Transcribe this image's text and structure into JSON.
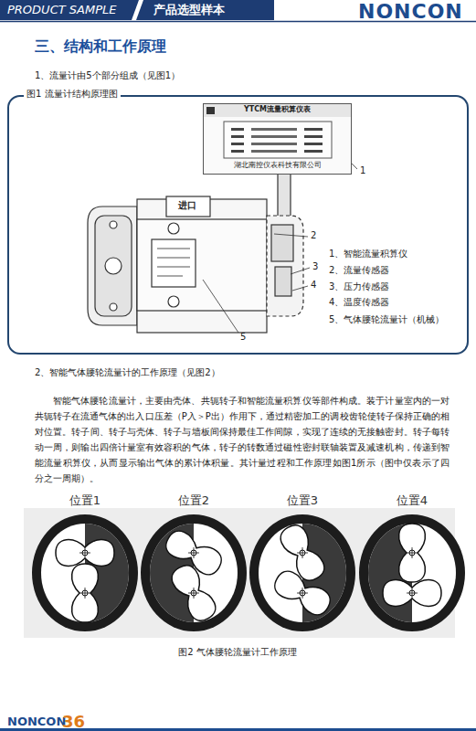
{
  "diagram": {
    "title": "三、结构和工作原理",
    "caption": "图2 气体腰轮流量计工作原理",
    "nodes": [
      {
        "text": [
          "PRODUCT SAMPLE",
          "产品选型样本"
        ]
      },
      {
        "text": [
          "图1 流量计结构原理图"
        ]
      },
      {
        "text": [
          "YTCM流量积算仪表",
          "湖北南控仪表科技有限公司"
        ],
        "in": 1
      },
      {
        "text": [
          "位置1"
        ]
      },
      {
        "text": [
          "位置2"
        ]
      },
      {
        "text": [
          "位置3"
        ]
      },
      {
        "text": [
          "位置4"
        ]
      }
    ],
    "labels": [
      "NONCON",
      "1、流量计由5个部分组成（见图1）",
      "1",
      "进口",
      "2",
      "3",
      "4",
      "5",
      "1、智能流量积算仪",
      "2、流量传感器",
      "3、压力传感器",
      "4、温度传感器",
      "5、气体腰轮流量计（机械）",
      "2、智能气体腰轮流量计的工作原理（见图2）",
      "智能气体腰轮流量计，主要由壳体、共轭转子和智能流量积算仪等部件构成。装于计量室内的一对共轭转子在流通气体的出入口压差（P入＞P出）作用下，通过精密加工的调校齿轮使转子保持正确的相对位置。转子间、转子与壳体、转子与墙板间保持最佳工作间隙，实现了连续的无接触密封。转子每转动一周，则输出四倍计量室有效容积的气体，转子的转数通过磁性密封联轴装置及减速机构，传递到智能流量积算仪，从而显示输出气体的累计体积量。其计量过程和工作原理如图1所示（图中仅表示了四分之一周期）。",
      "NONCON",
      "36"
    ]
  }
}
